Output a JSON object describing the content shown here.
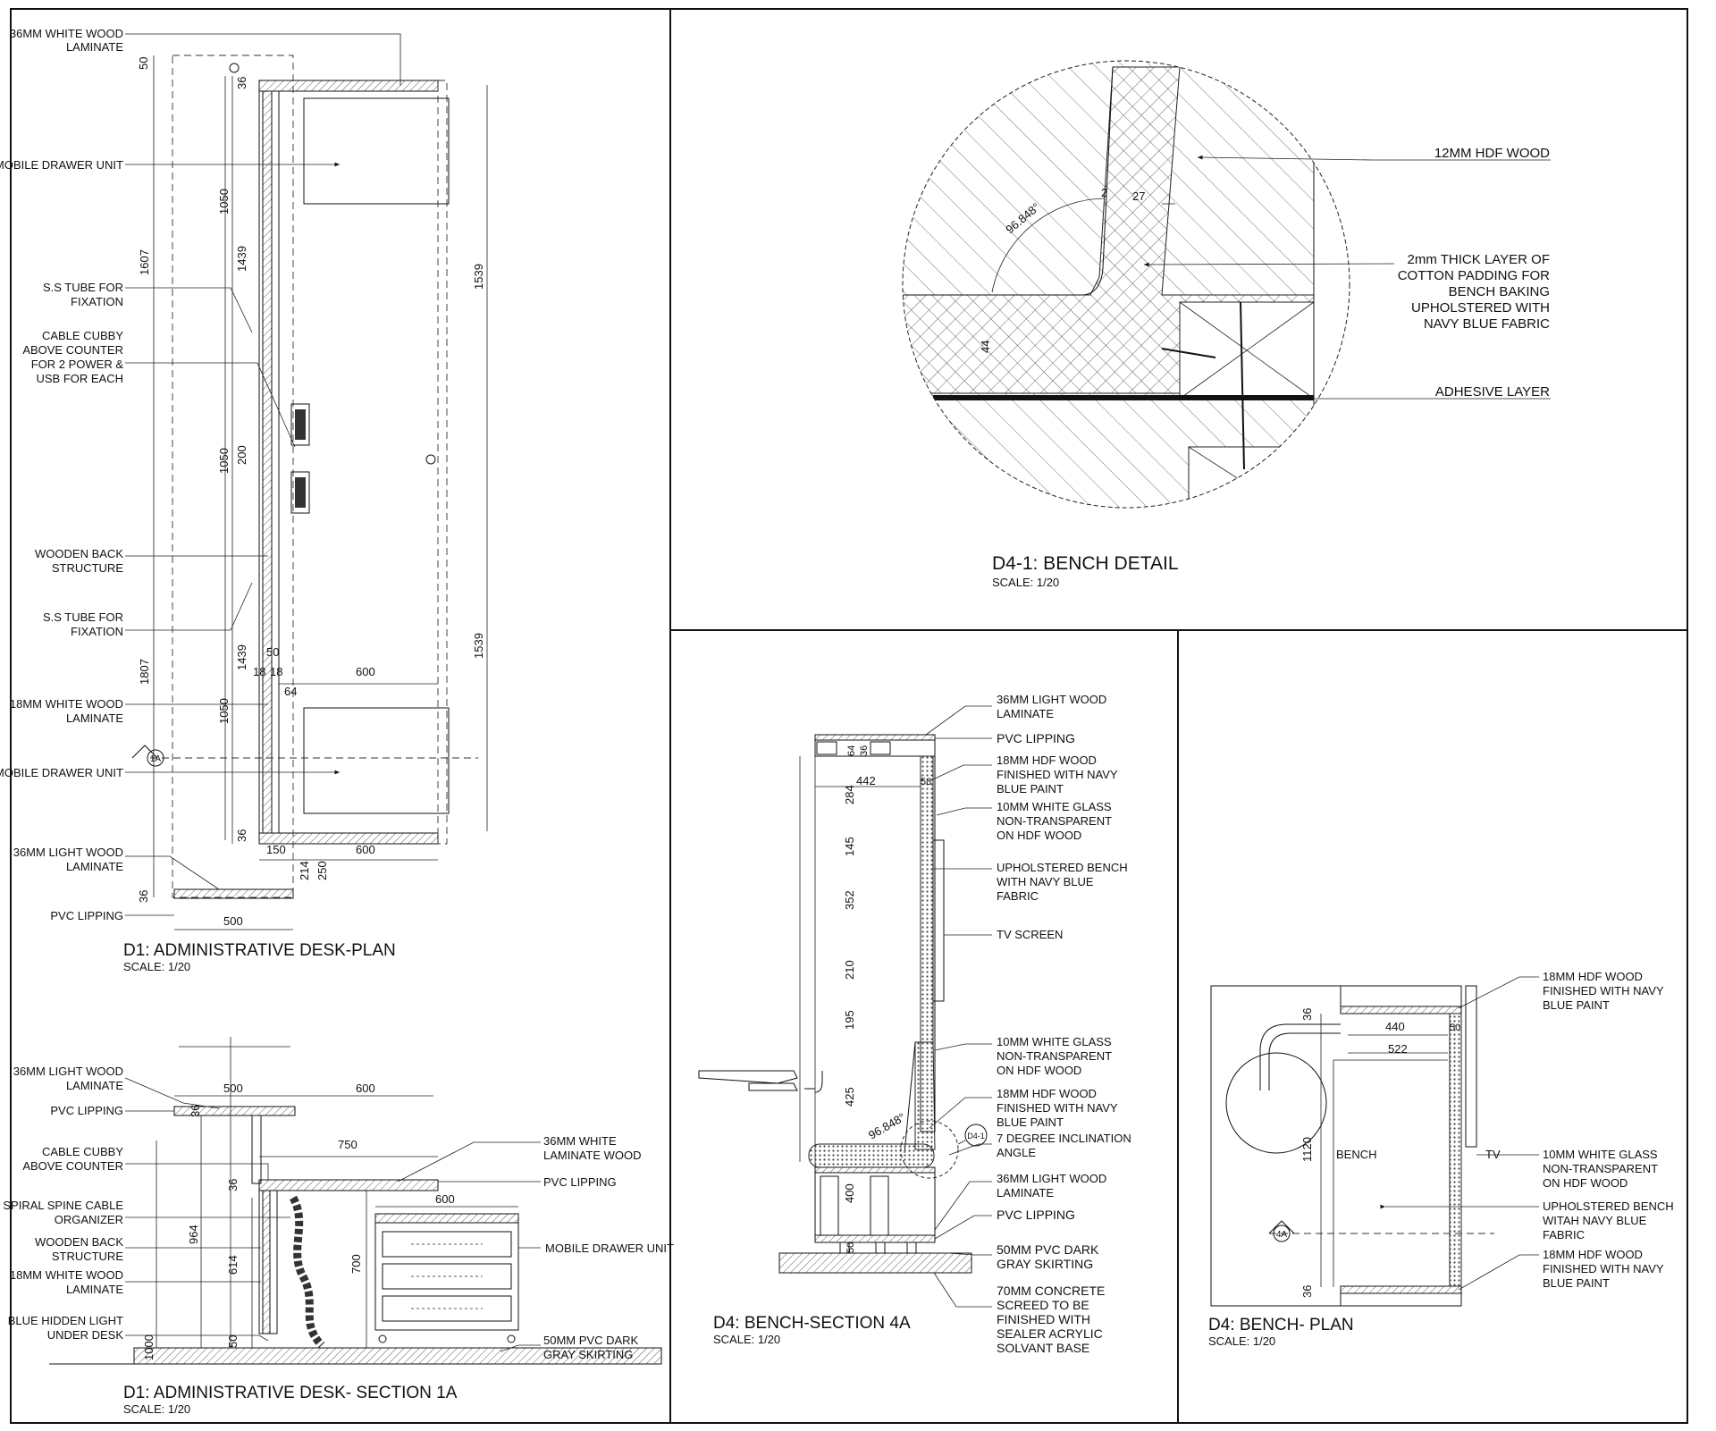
{
  "d1_plan": {
    "title": "D1: ADMINISTRATIVE DESK-PLAN",
    "scale": "SCALE:    1/20",
    "labels": {
      "white_wood_36_l1": "36MM WHITE WOOD",
      "white_wood_36_l2": "LAMINATE",
      "mobile_drawer_top": "MOBILE DRAWER UNIT",
      "ss_tube_1_l1": "S.S TUBE FOR",
      "ss_tube_1_l2": "FIXATION",
      "cable_cubby_l1": "CABLE CUBBY",
      "cable_cubby_l2": "ABOVE COUNTER",
      "cable_cubby_l3": "FOR 2 POWER &",
      "cable_cubby_l4": "USB FOR EACH",
      "wooden_back_l1": "WOODEN BACK",
      "wooden_back_l2": "STRUCTURE",
      "ss_tube_2_l1": "S.S TUBE FOR",
      "ss_tube_2_l2": "FIXATION",
      "white_wood_18_l1": "18MM WHITE WOOD",
      "white_wood_18_l2": "LAMINATE",
      "mobile_drawer_bottom": "MOBILE DRAWER UNIT",
      "light_wood_36_l1": "36MM LIGHT WOOD",
      "light_wood_36_l2": "LAMINATE",
      "pvc_lipping": "PVC LIPPING",
      "marker": "1A"
    },
    "dims": {
      "d50": "50",
      "d36a": "36",
      "d1050a": "1050",
      "d1607": "1607",
      "d1439a": "1439",
      "d1050b": "1050",
      "d200": "200",
      "d1539a": "1539",
      "d1539b": "1539",
      "d1807": "1807",
      "d1439b": "1439",
      "d1050c": "1050",
      "d50b": "50",
      "d18a": "18",
      "d18b": "18",
      "d64": "64",
      "d600a": "600",
      "d36b": "36",
      "d150": "150",
      "d600b": "600",
      "d214": "214",
      "d250": "250",
      "d36c": "36",
      "d500": "500"
    }
  },
  "d1_section": {
    "title": "D1: ADMINISTRATIVE DESK- SECTION 1A",
    "scale": "SCALE:    1/20",
    "labels": {
      "light_wood_l1": "36MM LIGHT WOOD",
      "light_wood_l2": "LAMINATE",
      "pvc_lipping": "PVC LIPPING",
      "cable_cubby_l1": "CABLE CUBBY",
      "cable_cubby_l2": "ABOVE COUNTER",
      "spiral_l1": "SPIRAL SPINE CABLE",
      "spiral_l2": "ORGANIZER",
      "wooden_back_l1": "WOODEN BACK",
      "wooden_back_l2": "STRUCTURE",
      "white_wood_18_l1": "18MM WHITE WOOD",
      "white_wood_18_l2": "LAMINATE",
      "blue_light_l1": "BLUE HIDDEN LIGHT",
      "blue_light_l2": "UNDER DESK",
      "laminate_wood_l1": "36MM WHITE",
      "laminate_wood_l2": "LAMINATE WOOD",
      "pvc_lipping_r": "PVC LIPPING",
      "mobile_drawer": "MOBILE DRAWER UNIT",
      "skirting_l1": "50MM PVC DARK",
      "skirting_l2": "GRAY SKIRTING"
    },
    "dims": {
      "d500": "500",
      "d600a": "600",
      "d36a": "36",
      "d750": "750",
      "d36b": "36",
      "d600b": "600",
      "d964": "964",
      "d614": "614",
      "d700": "700",
      "d50": "50",
      "d1000": "1000"
    }
  },
  "d4_1": {
    "title": "D4-1: BENCH DETAIL",
    "scale": "SCALE:    1/20",
    "labels": {
      "hdf": "12MM HDF WOOD",
      "padding_l1": "2mm THICK LAYER OF",
      "padding_l2": "COTTON PADDING FOR",
      "padding_l3": "BENCH BAKING",
      "padding_l4": "UPHOLSTERED WITH",
      "padding_l5": "NAVY BLUE FABRIC",
      "adhesive": "ADHESIVE LAYER"
    },
    "dims": {
      "angle": "96.848°",
      "d2": "2",
      "d27": "27",
      "d44": "44"
    }
  },
  "d4_section": {
    "title": "D4: BENCH-SECTION 4A",
    "scale": "SCALE:    1/20",
    "labels": {
      "lw_l1": "36MM LIGHT WOOD",
      "lw_l2": "LAMINATE",
      "pvc": "PVC LIPPING",
      "hdf1_l1": "18MM HDF WOOD",
      "hdf1_l2": "FINISHED WITH NAVY",
      "hdf1_l3": "BLUE PAINT",
      "glass1_l1": "10MM WHITE GLASS",
      "glass1_l2": "NON-TRANSPARENT",
      "glass1_l3": "ON HDF WOOD",
      "uph_l1": "UPHOLSTERED BENCH",
      "uph_l2": "WITH NAVY BLUE",
      "uph_l3": "FABRIC",
      "tv": "TV SCREEN",
      "glass2_l1": "10MM WHITE GLASS",
      "glass2_l2": "NON-TRANSPARENT",
      "glass2_l3": "ON HDF WOOD",
      "hdf2_l1": "18MM HDF WOOD",
      "hdf2_l2": "FINISHED WITH NAVY",
      "hdf2_l3": "BLUE PAINT",
      "incl_l1": "7 DEGREE INCLINATION",
      "incl_l2": "ANGLE",
      "lw2_l1": "36MM LIGHT WOOD",
      "lw2_l2": "LAMINATE",
      "pvc2": "PVC LIPPING",
      "sk_l1": "50MM PVC DARK",
      "sk_l2": "GRAY SKIRTING",
      "cs_l1": "70MM CONCRETE",
      "cs_l2": "SCREED TO BE",
      "cs_l3": "FINISHED WITH",
      "cs_l4": "SEALER ACRYLIC",
      "cs_l5": "SOLVANT BASE",
      "marker": "D4-1"
    },
    "dims": {
      "d64": "64",
      "d36": "36",
      "d442": "442",
      "d58": "58",
      "d284": "284",
      "d145": "145",
      "d352": "352",
      "d210": "210",
      "d195": "195",
      "d425": "425",
      "d400": "400",
      "d50": "50",
      "angle": "96.848°"
    }
  },
  "d4_plan": {
    "title": "D4: BENCH- PLAN",
    "scale": "SCALE:    1/20",
    "labels": {
      "hdf1_l1": "18MM HDF WOOD",
      "hdf1_l2": "FINISHED WITH NAVY",
      "hdf1_l3": "BLUE PAINT",
      "glass_l1": "10MM WHITE GLASS",
      "glass_l2": "NON-TRANSPARENT",
      "glass_l3": "ON HDF WOOD",
      "uph_l1": "UPHOLSTERED BENCH",
      "uph_l2": "WITAH NAVY BLUE",
      "uph_l3": "FABRIC",
      "hdf2_l1": "18MM HDF WOOD",
      "hdf2_l2": "FINISHED WITH NAVY",
      "hdf2_l3": "BLUE PAINT",
      "bench": "BENCH",
      "tv": "TV",
      "marker": "4A"
    },
    "dims": {
      "d36a": "36",
      "d440": "440",
      "d50": "50",
      "d522": "522",
      "d1120": "1120",
      "d36b": "36"
    }
  }
}
